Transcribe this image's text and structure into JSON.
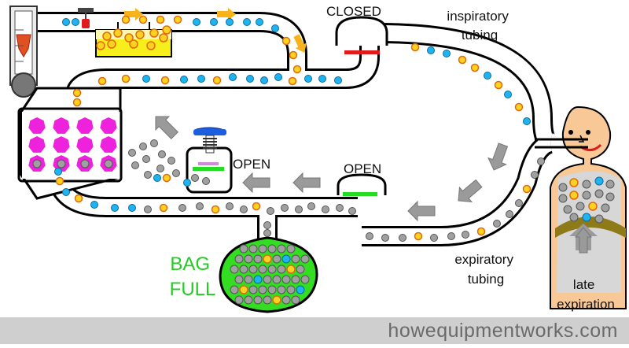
{
  "labels": {
    "closed": "CLOSED",
    "inspiratory": "inspiratory\ntubing",
    "open_upper": "OPEN",
    "open_lower": "OPEN",
    "expiratory": "expiratory\ntubing",
    "bag": "BAG\nFULL",
    "patient": "late\nexpiration"
  },
  "footer": {
    "site": "howequipmentworks.com"
  },
  "colors": {
    "tube_stroke": "#000000",
    "tube_fill": "#ffffff",
    "o2_fill": "#ffd21f",
    "o2_stroke": "#e06a10",
    "co2": "#1fb4f0",
    "exhaled": "#a0a0a0",
    "valve_open": "#22dd22",
    "valve_closed": "#e01b1b",
    "arrow_grey": "#9a9a9a",
    "arrow_orange": "#f7b21c",
    "absorbent": "#ee22dd",
    "bag_green": "#33dd22",
    "skin": "#f8c896",
    "diaphragm": "#8f7a1a",
    "pop_off": "#1c5ee0",
    "bag_label": "#22cc22"
  },
  "icons": [
    "flowmeter-icon",
    "vaporizer-icon",
    "co2-absorber-icon",
    "pop-off-valve-icon",
    "reservoir-bag-icon",
    "patient-icon",
    "flow-arrow-icon"
  ]
}
